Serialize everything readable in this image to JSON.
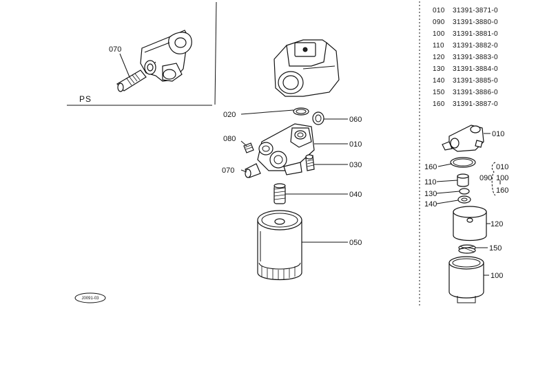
{
  "inset": {
    "label": "PS",
    "part_callout": "070"
  },
  "callouts": {
    "c020": "020",
    "c060": "060",
    "c080": "080",
    "c010": "010",
    "c070": "070",
    "c030": "030",
    "c040": "040",
    "c050": "050"
  },
  "parts_table": [
    {
      "ref": "010",
      "part_no": "31391-3871-0"
    },
    {
      "ref": "090",
      "part_no": "31391-3880-0"
    },
    {
      "ref": "100",
      "part_no": "31391-3881-0"
    },
    {
      "ref": "110",
      "part_no": "31391-3882-0"
    },
    {
      "ref": "120",
      "part_no": "31391-3883-0"
    },
    {
      "ref": "130",
      "part_no": "31391-3884-0"
    },
    {
      "ref": "140",
      "part_no": "31391-3885-0"
    },
    {
      "ref": "150",
      "part_no": "31391-3886-0"
    },
    {
      "ref": "160",
      "part_no": "31391-3887-0"
    }
  ],
  "side_callouts": {
    "s010": "010",
    "s160": "160",
    "s110": "110",
    "s130": "130",
    "s140": "140",
    "s120": "120",
    "s150": "150",
    "s100": "100",
    "g090": "090",
    "g010": "010",
    "g100": "100",
    "g160": "160"
  },
  "drawing_code": "J0091-03"
}
